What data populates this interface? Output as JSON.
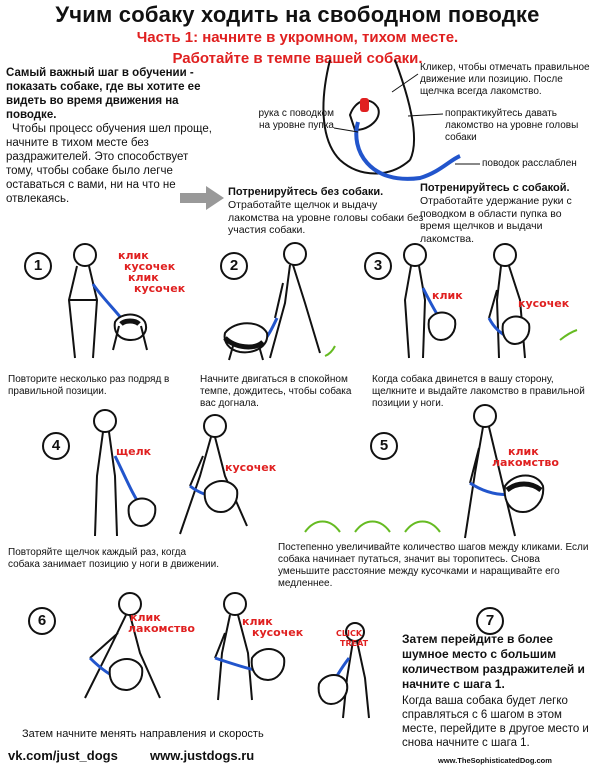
{
  "header": {
    "title": "Учим собаку ходить на свободном поводке",
    "subtitle1": "Часть 1: начните в укромном, тихом месте.",
    "subtitle2": "Работайте в темпе вашей собаки."
  },
  "intro": {
    "bold_lead": "Самый важный шаг в обучении - показать собаке, где вы хотите ее видеть во время движения на поводке.",
    "paragraph": "Чтобы процесс обучения шел проще, начните в тихом месте без раздражителей. Это способствует тому, чтобы собаке было легче оставаться с вами, ни на что не отвлекаясь."
  },
  "top_illustration": {
    "hand_note": "рука с поводком на уровне пупка",
    "clicker_note": "Кликер, чтобы отмечать правильное движение или позицию. После щелчка всегда лакомство.",
    "treat_note": "попрактикуйтесь давать лакомство на уровне головы собаки",
    "leash_note": "поводок расслаблен"
  },
  "practice_without": {
    "heading": "Потренируйтесь без собаки.",
    "text": "Отработайте щелчок и выдачу лакомства на уровне головы собаки без участия собаки."
  },
  "practice_with": {
    "heading": "Потренируйтесь с собакой.",
    "text": "Отработайте удержание руки с поводком в области пупка во время щелчков и выдачи лакомства."
  },
  "steps": [
    {
      "number": "1",
      "caption": "Повторите несколько раз подряд в правильной позиции.",
      "onom": [
        "клик",
        "кусочек",
        "клик",
        "кусочек"
      ]
    },
    {
      "number": "2",
      "caption": "Начните двигаться в спокойном темпе, дождитесь, чтобы собака вас догнала.",
      "onom": []
    },
    {
      "number": "3",
      "caption": "Когда собака двинется в вашу сторону, щелкните и выдайте лакомство в правильной позиции у ноги.",
      "onom": [
        "клик",
        "кусочек"
      ]
    },
    {
      "number": "4",
      "caption": "Повторяйте щелчок каждый раз, когда собака занимает позицию у ноги в движении.",
      "onom": [
        "щелк",
        "кусочек"
      ]
    },
    {
      "number": "5",
      "caption": "Постепенно увеличивайте количество шагов между кликами. Если собака начинает путаться, значит вы торопитесь. Снова уменьшите расстояние между кусочками и наращивайте его медленнее.",
      "onom": [
        "клик",
        "лакомство"
      ]
    },
    {
      "number": "6",
      "caption": "Затем начните менять направления и скорость",
      "onom": [
        "клик",
        "лакомство",
        "клик",
        "кусочек"
      ]
    },
    {
      "number": "7",
      "heading": "Затем перейдите в более шумное место с большим количеством раздражителей и начните с шага 1.",
      "caption": "Когда ваша собака будет легко справляться с 6 шагом в этом месте, перейдите в другое место и снова начните с шага 1.",
      "onom": [
        "CLICK",
        "TREAT"
      ]
    }
  ],
  "footer": {
    "vk": "vk.com/just_dogs",
    "site": "www.justdogs.ru",
    "credit": "www.TheSophisticatedDog.com"
  },
  "colors": {
    "accent_red": "#e02020",
    "leash_blue": "#2255cc",
    "ground_green": "#66bb22",
    "arrow_grey": "#999999"
  }
}
